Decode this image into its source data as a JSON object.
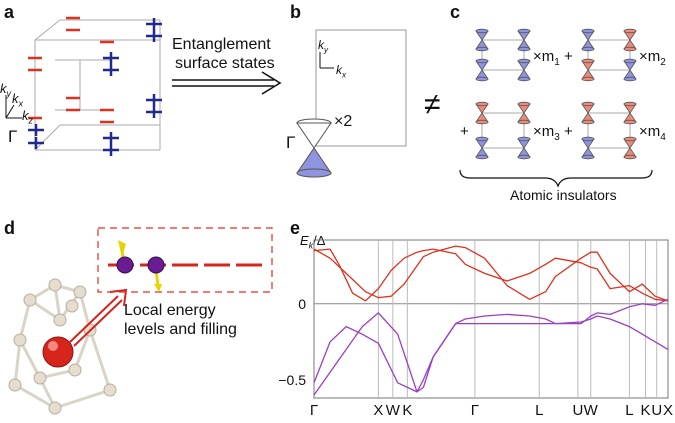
{
  "panels": {
    "a": {
      "label": "a",
      "axis_ky": "k",
      "axis_ky_sub": "y",
      "axis_kx": "k",
      "axis_kx_sub": "x",
      "axis_kz": "k",
      "axis_kz_sub": "z",
      "gamma": "Γ"
    },
    "arrow_text": {
      "line1": "Entanglement",
      "line2": "surface states"
    },
    "b": {
      "label": "b",
      "axis_ky": "k",
      "axis_ky_sub": "y",
      "axis_kx": "k",
      "axis_kx_sub": "x",
      "gamma": "Γ",
      "multiplier": "×2"
    },
    "neq": "≠",
    "c": {
      "label": "c",
      "mult1": "×m",
      "mult1_sub": "1",
      "mult2": "×m",
      "mult2_sub": "2",
      "mult3": "×m",
      "mult3_sub": "3",
      "mult4": "×m",
      "mult4_sub": "4",
      "plus": "+",
      "caption": "Atomic insulators"
    },
    "d": {
      "label": "d",
      "caption_line1": "Local energy",
      "caption_line2": "levels and filling"
    },
    "e": {
      "label": "e",
      "ylabel": "E",
      "ylabel_sub": "k",
      "ylabel_tail": "/Δ"
    }
  },
  "colors": {
    "blue": "#1f2a8c",
    "red": "#e0301e",
    "purple": "#9b3fc2",
    "cone_blue": "#8f93e0",
    "cone_red": "#f08a78",
    "gold": "#d8c400"
  },
  "chart_data": {
    "type": "line",
    "title": "",
    "xlabel": "",
    "ylabel": "Ek/Δ",
    "x_ticks": [
      "Γ",
      "X",
      "W",
      "K",
      "Γ",
      "L",
      "U",
      "W",
      "L",
      "K",
      "U",
      "X"
    ],
    "y_ticks": [
      "0",
      "−0.5"
    ],
    "ylim": [
      -0.62,
      0.42
    ],
    "grid": "vertical lines at high-symmetry points",
    "series": [
      {
        "values_x": [
          0,
          0.5,
          0.8,
          1.2,
          1.6,
          2.0,
          2.4,
          2.8,
          3.2,
          3.4,
          3.7,
          4.4,
          4.7,
          5.3,
          6.0,
          6.7,
          7.2,
          7.5,
          8.3,
          8.6,
          8.8,
          9.2,
          9.8,
          10.2,
          10.6,
          11.0
        ],
        "values_y": [
          0.35,
          0.36,
          0.25,
          0.07,
          0.02,
          0.1,
          0.22,
          0.3,
          0.34,
          0.35,
          0.36,
          0.33,
          0.26,
          0.2,
          0.15,
          0.2,
          0.26,
          0.3,
          0.27,
          0.24,
          0.23,
          0.1,
          0.12,
          0.07,
          0.03,
          0.02
        ],
        "color": "red"
      },
      {
        "values_x": [
          0,
          0.5,
          1.0,
          1.6,
          2.0,
          2.4,
          2.8,
          3.2,
          3.4,
          3.7,
          4.4,
          4.7,
          5.3,
          6.0,
          6.7,
          7.2,
          7.5,
          8.3,
          8.6,
          8.8,
          9.2,
          9.8,
          10.2,
          10.6,
          11.0
        ],
        "values_y": [
          0.36,
          0.3,
          0.2,
          0.08,
          0.04,
          0.05,
          0.13,
          0.25,
          0.31,
          0.34,
          0.38,
          0.37,
          0.3,
          0.12,
          0.03,
          0.08,
          0.18,
          0.3,
          0.34,
          0.34,
          0.2,
          0.08,
          0.13,
          0.05,
          0.02
        ],
        "color": "red"
      },
      {
        "values_x": [
          0,
          0.5,
          1.0,
          1.5,
          2.0,
          2.6,
          3.2,
          3.4,
          3.7,
          4.4,
          4.7,
          5.3,
          6.0,
          6.7,
          7.2,
          7.5,
          8.3,
          8.6,
          8.8,
          9.2,
          9.8,
          10.2,
          10.6,
          11.0
        ],
        "values_y": [
          -0.52,
          -0.25,
          -0.15,
          -0.2,
          -0.26,
          -0.52,
          -0.58,
          -0.5,
          -0.35,
          -0.13,
          -0.13,
          -0.13,
          -0.13,
          -0.13,
          -0.13,
          -0.13,
          -0.12,
          -0.1,
          -0.08,
          -0.1,
          -0.15,
          -0.2,
          -0.25,
          -0.3
        ],
        "color": "purple"
      },
      {
        "values_x": [
          0,
          0.5,
          1.0,
          1.5,
          2.0,
          2.6,
          3.2,
          3.4,
          3.7,
          4.4,
          4.7,
          5.3,
          6.0,
          6.7,
          7.2,
          7.5,
          8.3,
          8.6,
          8.8,
          9.2,
          9.8,
          10.2,
          10.6,
          11.0
        ],
        "values_y": [
          -0.6,
          -0.45,
          -0.3,
          -0.15,
          -0.06,
          -0.2,
          -0.58,
          -0.55,
          -0.35,
          -0.13,
          -0.1,
          -0.08,
          -0.07,
          -0.08,
          -0.1,
          -0.13,
          -0.13,
          -0.08,
          -0.06,
          -0.07,
          -0.02,
          0.0,
          -0.01,
          0.03
        ],
        "color": "purple"
      }
    ]
  }
}
